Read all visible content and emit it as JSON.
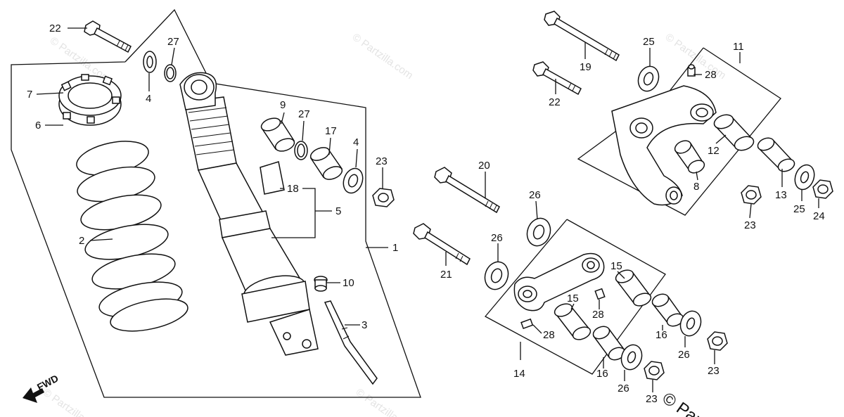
{
  "title": "",
  "fwd_label": "FWD",
  "watermarks": [
    "© Partzilla.com",
    "© Partzilla.com",
    "© Partzilla.com",
    "© Partzilla.com",
    "© Partzilla.com"
  ],
  "corner_watermark": "© Par",
  "callouts": {
    "c22a": "22",
    "c27a": "27",
    "c4a": "4",
    "c7": "7",
    "c6": "6",
    "c9": "9",
    "c27b": "27",
    "c17": "17",
    "c4b": "4",
    "c23a": "23",
    "c18": "18",
    "c5": "5",
    "c1": "1",
    "c2": "2",
    "c10": "10",
    "c3": "3",
    "c19": "19",
    "c22b": "22",
    "c25a": "25",
    "c28a": "28",
    "c11": "11",
    "c12": "12",
    "c8": "8",
    "c13": "13",
    "c25b": "25",
    "c24": "24",
    "c23b": "23",
    "c20": "20",
    "c26a": "26",
    "c26b": "26",
    "c21": "21",
    "c15a": "15",
    "c15b": "15",
    "c28b": "28",
    "c28c": "28",
    "c16a": "16",
    "c26c": "26",
    "c23c": "23",
    "c14": "14",
    "c16b": "16",
    "c26d": "26",
    "c23d": "23"
  }
}
